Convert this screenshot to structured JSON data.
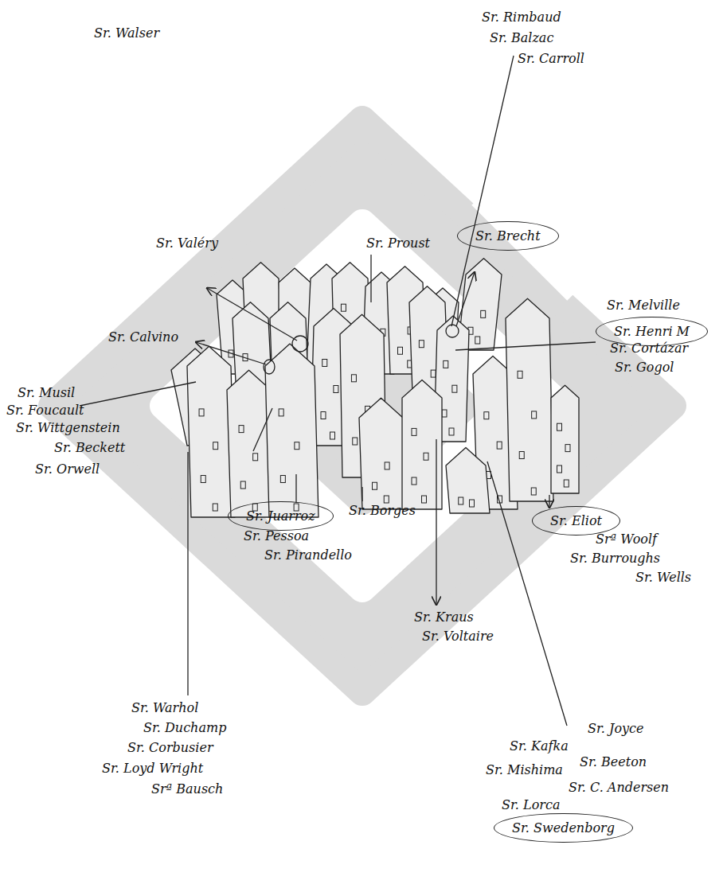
{
  "diagram": {
    "nodes": [
      {
        "text": [
          "Sr. Brecht"
        ]
      },
      {
        "text": [
          "Sr. Henri M"
        ]
      },
      {
        "text": [
          "Sr. Juarroz"
        ]
      },
      {
        "text": [
          "Sr. Eliot"
        ]
      },
      {
        "text": [
          "Sr. Swedenborg"
        ]
      }
    ],
    "labels": [
      "Sr. Walser",
      "Sr. Rimbaud",
      "Sr. Balzac",
      "Sr. Carroll",
      "Sr. Valéry",
      "Sr. Proust",
      "Sr. Calvino",
      "Sr. Melville",
      "Sr. Cortázar",
      "Sr. Gogol",
      "Sr. Musil",
      "Sr. Foucault",
      "Sr. Wittgenstein",
      "Sr. Beckett",
      "Sr. Orwell",
      "Sr. Pessoa",
      "Sr. Pirandello",
      "Sr. Borges",
      "Srª Woolf",
      "Sr. Burroughs",
      "Sr. Wells",
      "Sr. Kraus",
      "Sr. Voltaire",
      "Sr. Warhol",
      "Sr. Duchamp",
      "Sr. Corbusier",
      "Sr. Loyd Wright",
      "Srª Bausch",
      "Sr. Joyce",
      "Sr. Kafka",
      "Sr. Beeton",
      "Sr. Mishima",
      "Sr. C. Andersen",
      "Sr. Lorca"
    ]
  }
}
